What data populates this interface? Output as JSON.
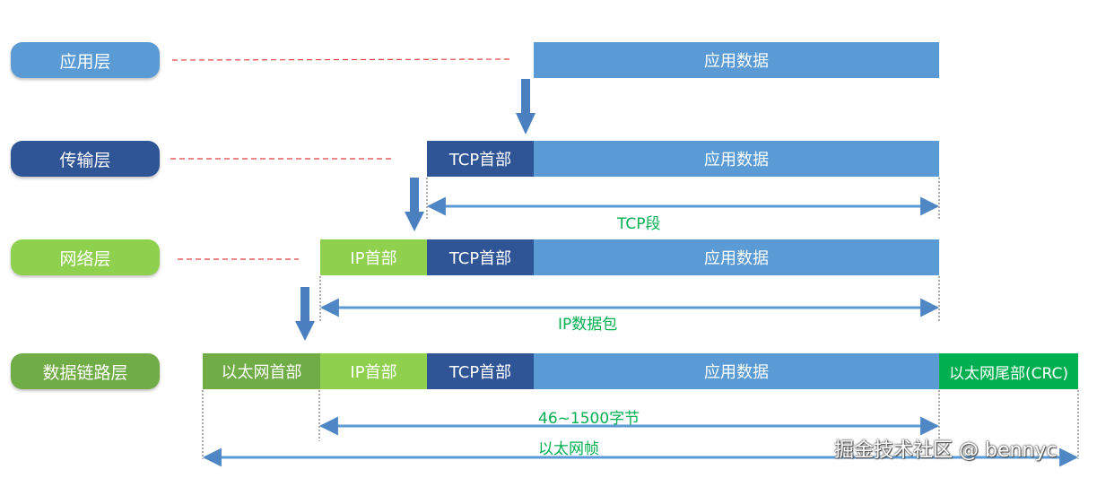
{
  "layers": {
    "application": "应用层",
    "transport": "传输层",
    "network": "网络层",
    "datalink": "数据链路层"
  },
  "segments": {
    "app_data": "应用数据",
    "tcp_header": "TCP首部",
    "ip_header": "IP首部",
    "eth_header": "以太网首部",
    "eth_trailer": "以太网尾部(CRC)"
  },
  "spans": {
    "tcp_segment": "TCP段",
    "ip_packet": "IP数据包",
    "payload_range": "46~1500字节",
    "ethernet_frame": "以太网帧"
  },
  "colors": {
    "application": "#5b9bd5",
    "transport": "#2f5597",
    "network": "#8fd14f",
    "datalink": "#70ad47",
    "crc": "#00b050",
    "dashed_line": "#e04040",
    "dim_text": "#00b050"
  },
  "watermark": "掘金技术社区 @ bennyc"
}
